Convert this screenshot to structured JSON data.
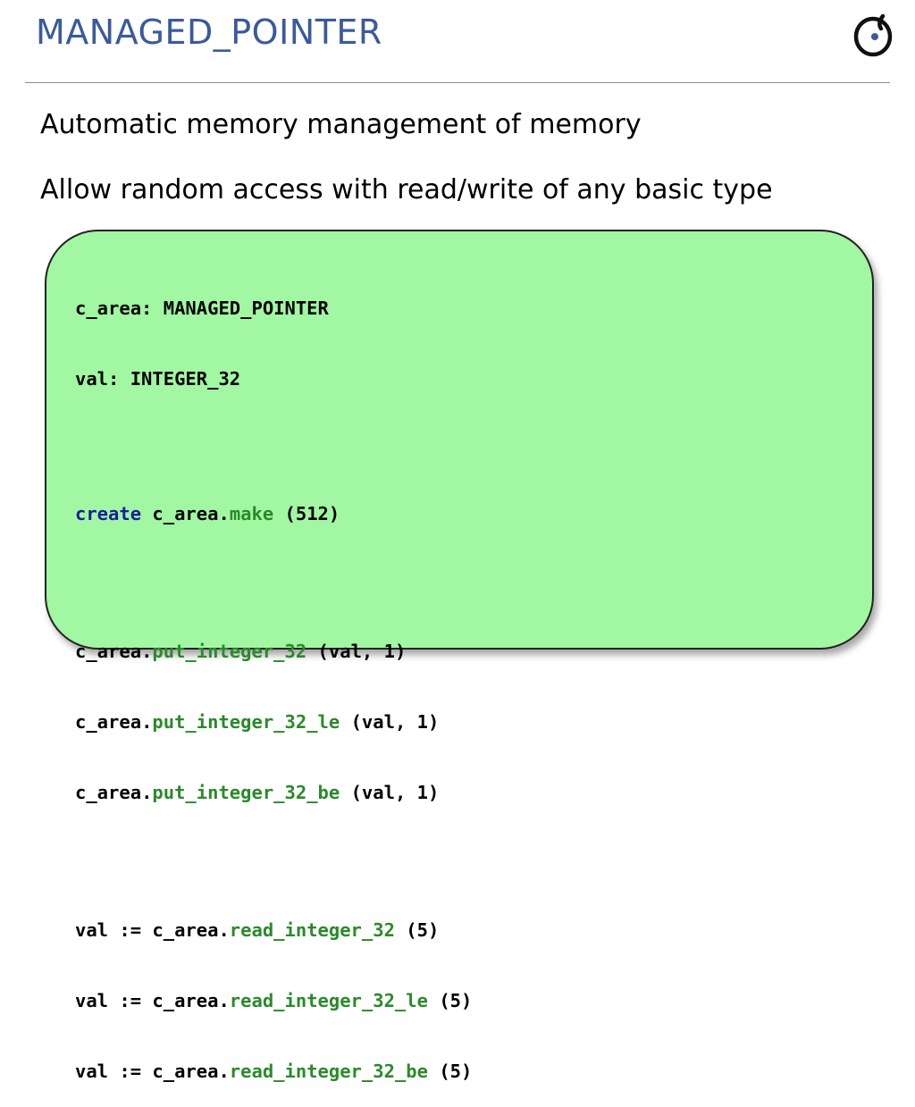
{
  "slide": {
    "title": "MANAGED_POINTER",
    "bullets": [
      "Automatic memory management of memory",
      "Allow random access with read/write of any basic type"
    ],
    "logo_icon": "eiffel-logo-icon"
  },
  "code": {
    "declarations": {
      "line1": "c_area: MANAGED_POINTER",
      "line2": "val: INTEGER_32"
    },
    "create_line": {
      "keyword": "create",
      "target": "c_area",
      "feature": "make",
      "args": "(512)"
    },
    "put_lines": [
      {
        "target": "c_area",
        "feature": "put_integer_32",
        "args": "(val, 1)"
      },
      {
        "target": "c_area",
        "feature": "put_integer_32_le",
        "args": "(val, 1)"
      },
      {
        "target": "c_area",
        "feature": "put_integer_32_be",
        "args": "(val, 1)"
      }
    ],
    "read_lines": [
      {
        "prefix": "val := c_area",
        "feature": "read_integer_32",
        "args": "(5)"
      },
      {
        "prefix": "val := c_area",
        "feature": "read_integer_32_le",
        "args": "(5)"
      },
      {
        "prefix": "val := c_area",
        "feature": "read_integer_32_be",
        "args": "(5)"
      }
    ],
    "colors": {
      "box_background": "#a2f7a2",
      "keyword": "#1c1c9c",
      "feature": "#2a8a2a",
      "title": "#3a5a9c"
    }
  }
}
